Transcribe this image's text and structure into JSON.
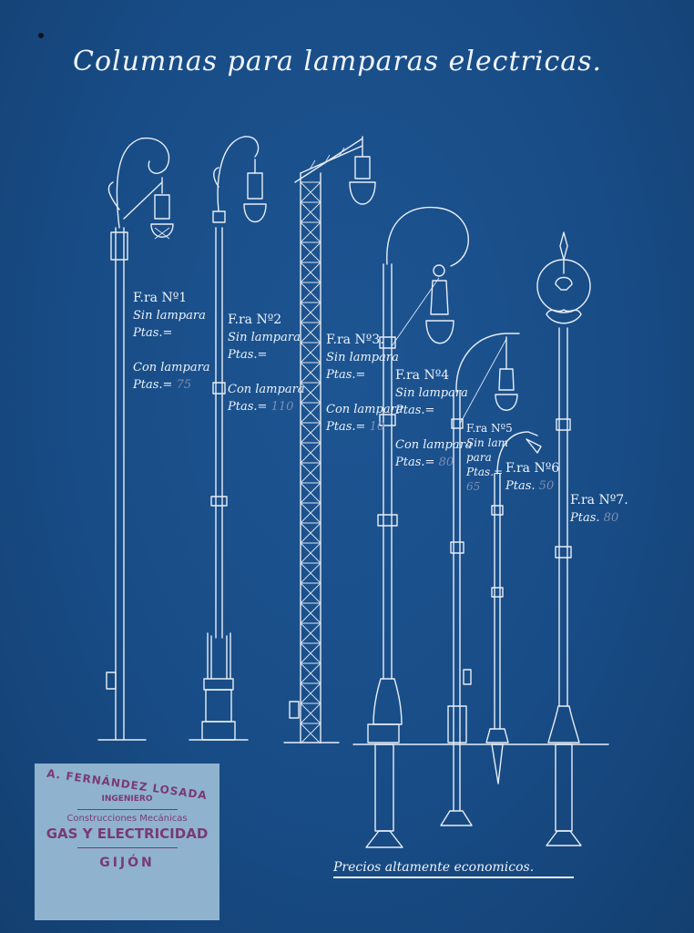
{
  "title": "Columnas para lamparas electricas.",
  "columns": [
    {
      "id": 1,
      "heading": "F.ra Nº1",
      "lines": [
        "Sin lampara",
        "Ptas.=",
        "",
        "Con lampara",
        "Ptas.="
      ],
      "price": "75"
    },
    {
      "id": 2,
      "heading": "F.ra Nº2",
      "lines": [
        "Sin lampara",
        "Ptas.=",
        "",
        "Con lampara",
        "Ptas.="
      ],
      "price": "110"
    },
    {
      "id": 3,
      "heading": "F.ra Nº3.",
      "lines": [
        "Sin lampara",
        "Ptas.=",
        "",
        "Con lampara",
        "Ptas.="
      ],
      "price": "10"
    },
    {
      "id": 4,
      "heading": "F.ra Nº4",
      "lines": [
        "Sin lampara",
        "Ptas.=",
        "",
        "Con lampara",
        "Ptas.="
      ],
      "price": "80"
    },
    {
      "id": 5,
      "heading": "F.ra Nº5",
      "lines": [
        "Sin lam",
        "para",
        "Ptas.="
      ],
      "price": "65"
    },
    {
      "id": 6,
      "heading": "F.ra Nº6",
      "lines": [
        "Ptas."
      ],
      "price": "50"
    },
    {
      "id": 7,
      "heading": "F.ra Nº7.",
      "lines": [
        "Ptas."
      ],
      "price": "80"
    }
  ],
  "footer": "Precios altamente economicos.",
  "stamp": {
    "name": "A. FERNÁNDEZ LOSADA",
    "role": "INGENIERO",
    "services": "Construcciones Mecánicas",
    "trade": "GAS Y ELECTRICIDAD",
    "city": "GIJÓN"
  },
  "colors": {
    "paper": "#16497f",
    "ink": "#e8eef6",
    "stamp_bg": "#8fb3cf",
    "stamp_ink": "#7a3a72",
    "price_ink": "#7d8fb4"
  }
}
